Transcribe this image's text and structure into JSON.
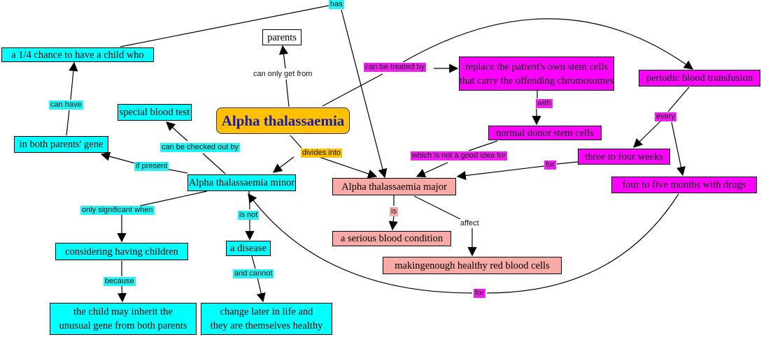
{
  "colors": {
    "root": "#ffc000",
    "minor": "#00ffff",
    "major": "#f7aaa6",
    "treatment": "#ff00ff",
    "root_text": "#1a1aa8"
  },
  "nodes": {
    "root": "Alpha thalassaemia",
    "parents": "parents",
    "chance": "a 1/4 chance to have a child who",
    "blood_test": "special blood test",
    "both_genes": "in both parents' gene",
    "minor": "Alpha thalassaemia minor",
    "major": "Alpha thalassaemia major",
    "replace_l1": "replace the patient's own stem cells",
    "replace_l2": "that carry the offending chromosomes",
    "transfusion": "periodic blood transfusion",
    "donor": "normal donor stem cells",
    "weeks": "three to four weeks",
    "months": "four to five months with drugs",
    "children": "considering having children",
    "disease": "a disease",
    "serious": "a serious blood condition",
    "making": "makingenough healthy red blood cells",
    "inherit_l1": "the child may inherit the",
    "inherit_l2": "unusual gene from both parents",
    "change_l1": "change later in life and",
    "change_l2": "they are themselves healthy"
  },
  "links": {
    "has": "has",
    "only_get": "can only get from",
    "treated": "can be treated by",
    "can_have": "can have",
    "checked": "can be checked out by",
    "divides": "divides into",
    "if_present": "if present",
    "not_good": "which is not a good idea for",
    "with": "with",
    "every": "every",
    "for1": "for",
    "only_sig": "only significant when",
    "is_not": "is not",
    "is": "is",
    "affect": "affect",
    "because": "because",
    "and_cannot": "and cannot",
    "for2": "for"
  }
}
